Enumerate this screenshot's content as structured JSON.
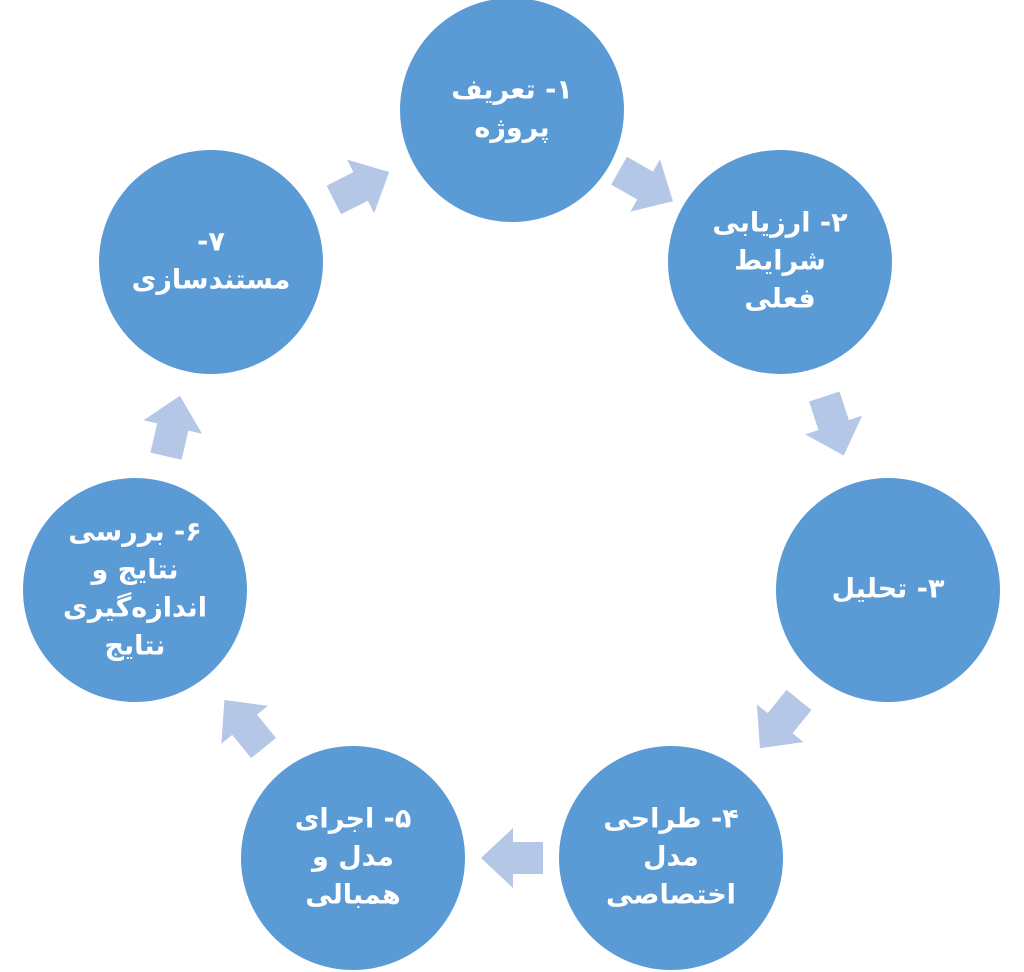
{
  "diagram": {
    "circle_color": "#5b9bd5",
    "arrow_color": "#b4c7e7",
    "text_color": "#ffffff",
    "direction": "clockwise",
    "steps": [
      {
        "id": "step-1",
        "lines": [
          "۱- تعریف",
          "پروژه"
        ]
      },
      {
        "id": "step-2",
        "lines": [
          "۲- ارزیابی",
          "شرایط",
          "فعلی"
        ]
      },
      {
        "id": "step-3",
        "lines": [
          "۳- تحلیل"
        ]
      },
      {
        "id": "step-4",
        "lines": [
          "۴- طراحی",
          "مدل",
          "اختصاصی"
        ]
      },
      {
        "id": "step-5",
        "lines": [
          "۵- اجرای",
          "مدل و",
          "همبالی"
        ]
      },
      {
        "id": "step-6",
        "lines": [
          "۶- بررسی",
          "نتایج و",
          "اندازه‌گیری",
          "نتایج"
        ]
      },
      {
        "id": "step-7",
        "lines": [
          "۷-",
          "مستندسازی"
        ]
      }
    ]
  }
}
